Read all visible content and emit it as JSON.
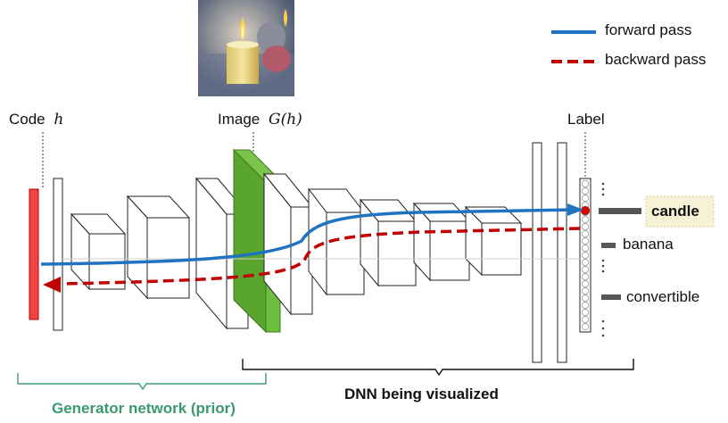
{
  "legend": {
    "forward_label": "forward pass",
    "backward_label": "backward pass",
    "forward_color": "#1f73c0",
    "backward_color": "#c00000"
  },
  "labels": {
    "code_prefix": "Code",
    "code_var": "h",
    "image_prefix": "Image",
    "image_expr": "G(h)",
    "label_title": "Label",
    "output_classes": [
      "candle",
      "banana",
      "convertible"
    ],
    "dnn_caption": "DNN being visualized",
    "generator_caption": "Generator network (prior)"
  },
  "colors": {
    "code_vector": "#ef4444",
    "image_layer": "#6cbf3c",
    "generator_brace": "#3a9a6e",
    "output_highlight": "#e00000",
    "candle_background": "#f5f0d8"
  },
  "thumbnail": {
    "description_icon": "candle-image-icon"
  }
}
